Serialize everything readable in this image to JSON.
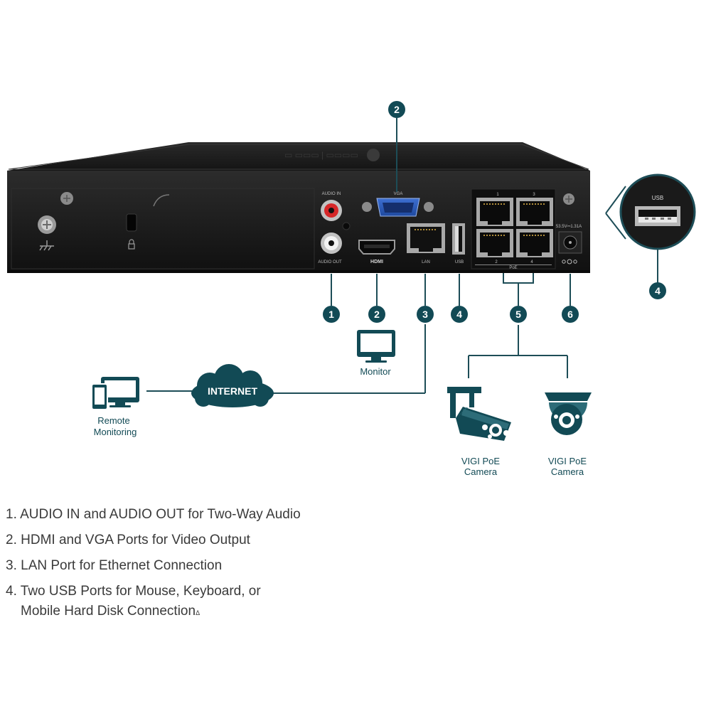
{
  "device": {
    "port_labels": {
      "audio_in": "AUDIO IN",
      "audio_out": "AUDIO OUT",
      "vga": "VGA",
      "hdmi": "HDMI",
      "lan": "LAN",
      "usb": "USB",
      "poe": "PoE",
      "power": "53.5V⎓1.31A",
      "port_1": "1",
      "port_2": "2",
      "port_3": "3",
      "port_4": "4"
    },
    "zoom_label": "USB"
  },
  "callouts": {
    "vga": "2",
    "audio": "1",
    "hdmi": "2",
    "lan": "3",
    "usb": "4",
    "poe": "5",
    "power": "6",
    "usb_zoom": "4"
  },
  "network": {
    "monitor": "Monitor",
    "internet": "INTERNET",
    "remote_line1": "Remote",
    "remote_line2": "Monitoring",
    "camera1_line1": "VIGI PoE",
    "camera1_line2": "Camera",
    "camera2_line1": "VIGI PoE",
    "camera2_line2": "Camera"
  },
  "legend": [
    {
      "text": "1. AUDIO IN and AUDIO OUT for Two-Way Audio"
    },
    {
      "text": "2. HDMI and VGA Ports for Video Output"
    },
    {
      "text": "3. LAN Port for Ethernet Connection"
    },
    {
      "text": "4. Two USB Ports for Mouse, Keyboard, or",
      "continuation": "Mobile Hard Disk Connection",
      "sup": "Δ"
    }
  ],
  "colors": {
    "teal": "#124a55",
    "device": "#1b1b1b",
    "line": "#1d4d57"
  }
}
